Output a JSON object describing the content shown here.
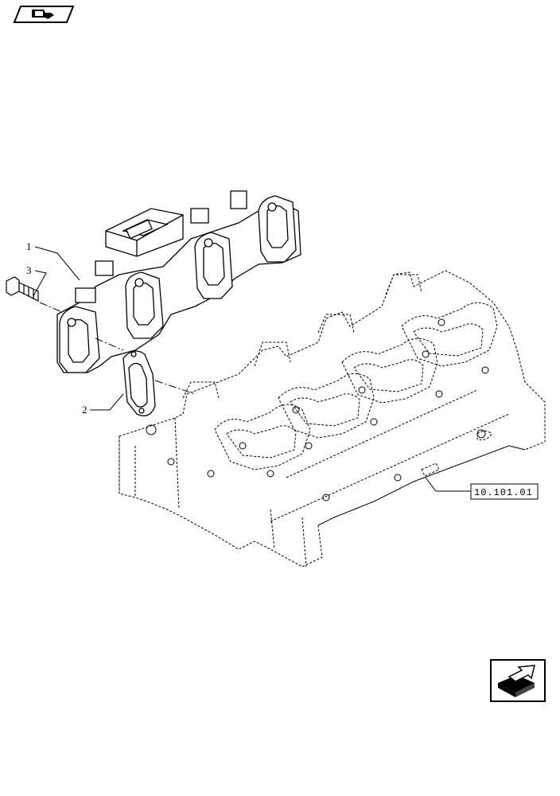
{
  "nav": {
    "back_icon": "book-arrow-icon",
    "forward_icon": "next-page-arrow-icon"
  },
  "callouts": [
    {
      "id": "1",
      "label": "1"
    },
    {
      "id": "2",
      "label": "2"
    },
    {
      "id": "3",
      "label": "3"
    }
  ],
  "reference": {
    "label": "10.101.01"
  },
  "parts": {
    "manifold": "exhaust-manifold",
    "gasket": "manifold-gasket",
    "bolt": "manifold-bolt",
    "cylinder_head": "cylinder-head"
  }
}
